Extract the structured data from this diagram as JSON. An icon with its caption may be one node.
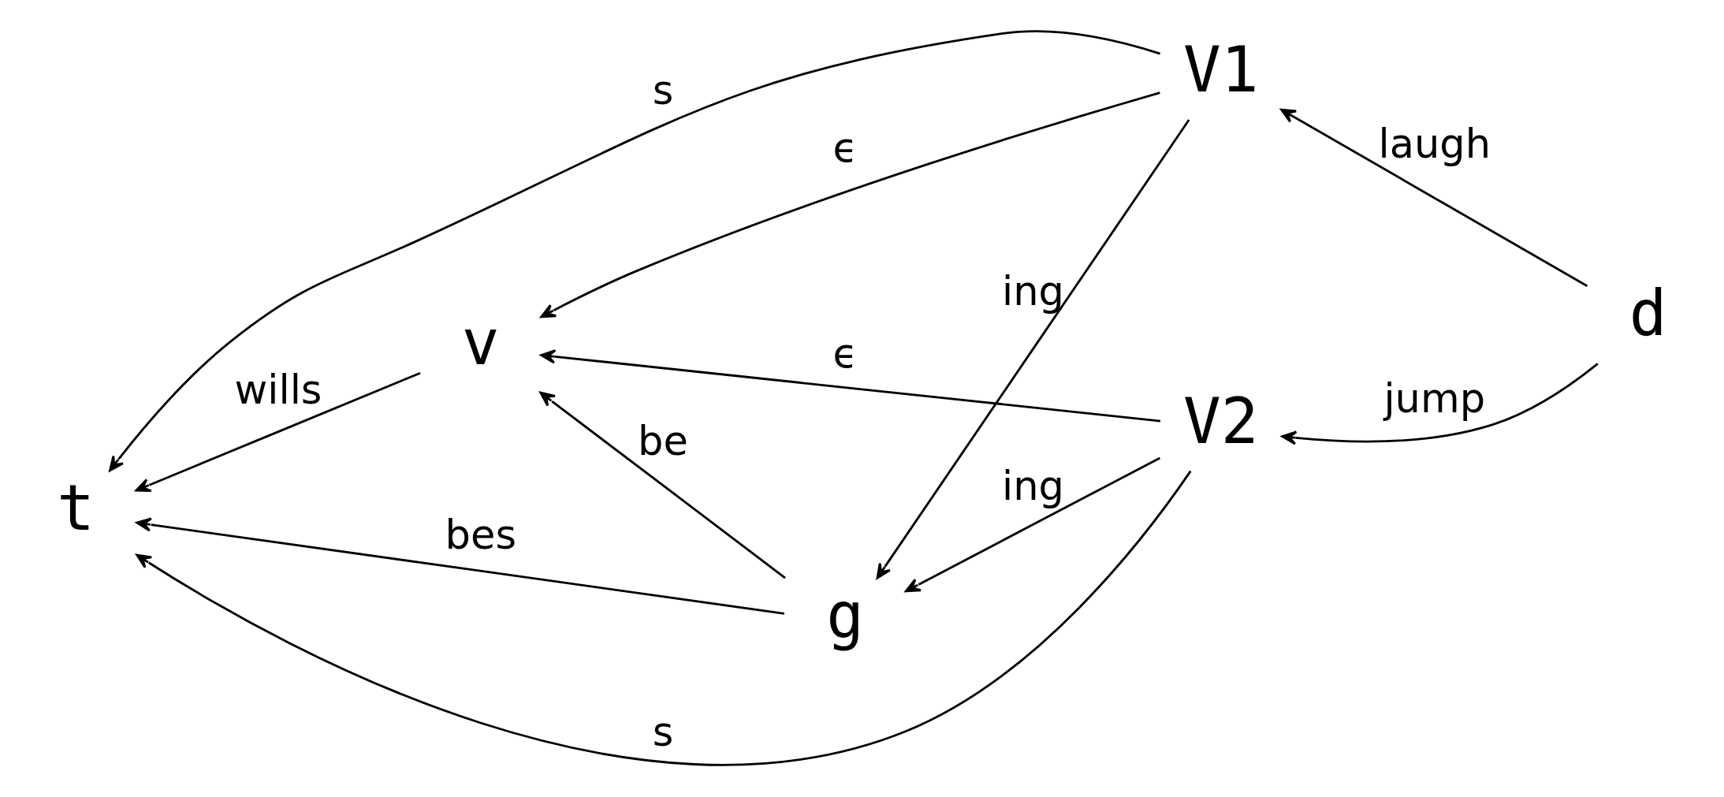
{
  "diagram": {
    "nodes": [
      {
        "text": [
          "t"
        ]
      },
      {
        "text": [
          "v"
        ]
      },
      {
        "text": [
          "g"
        ]
      },
      {
        "text": [
          "V1"
        ]
      },
      {
        "text": [
          "d"
        ]
      },
      {
        "text": [
          "V2"
        ]
      }
    ],
    "edges": [
      {
        "from": 3,
        "to": 0,
        "arrow": "to",
        "label": "s"
      },
      {
        "from": 3,
        "to": 1,
        "arrow": "to",
        "label": "ϵ"
      },
      {
        "from": 1,
        "to": 0,
        "arrow": "to",
        "label": "wills"
      },
      {
        "from": 2,
        "to": 1,
        "arrow": "to",
        "label": "be"
      },
      {
        "from": 3,
        "to": 2,
        "arrow": "to",
        "label": "ing"
      },
      {
        "from": 4,
        "to": 3,
        "arrow": "to",
        "label": "laugh"
      },
      {
        "from": 2,
        "to": 0,
        "arrow": "to",
        "label": "bes"
      },
      {
        "from": 5,
        "to": 2,
        "arrow": "to",
        "label": "ing"
      },
      {
        "from": 4,
        "to": 5,
        "arrow": "to",
        "label": "jump"
      },
      {
        "from": 5,
        "to": 1,
        "arrow": "to",
        "label": "ϵ"
      },
      {
        "from": 5,
        "to": 0,
        "arrow": "to",
        "label": "s"
      }
    ]
  }
}
